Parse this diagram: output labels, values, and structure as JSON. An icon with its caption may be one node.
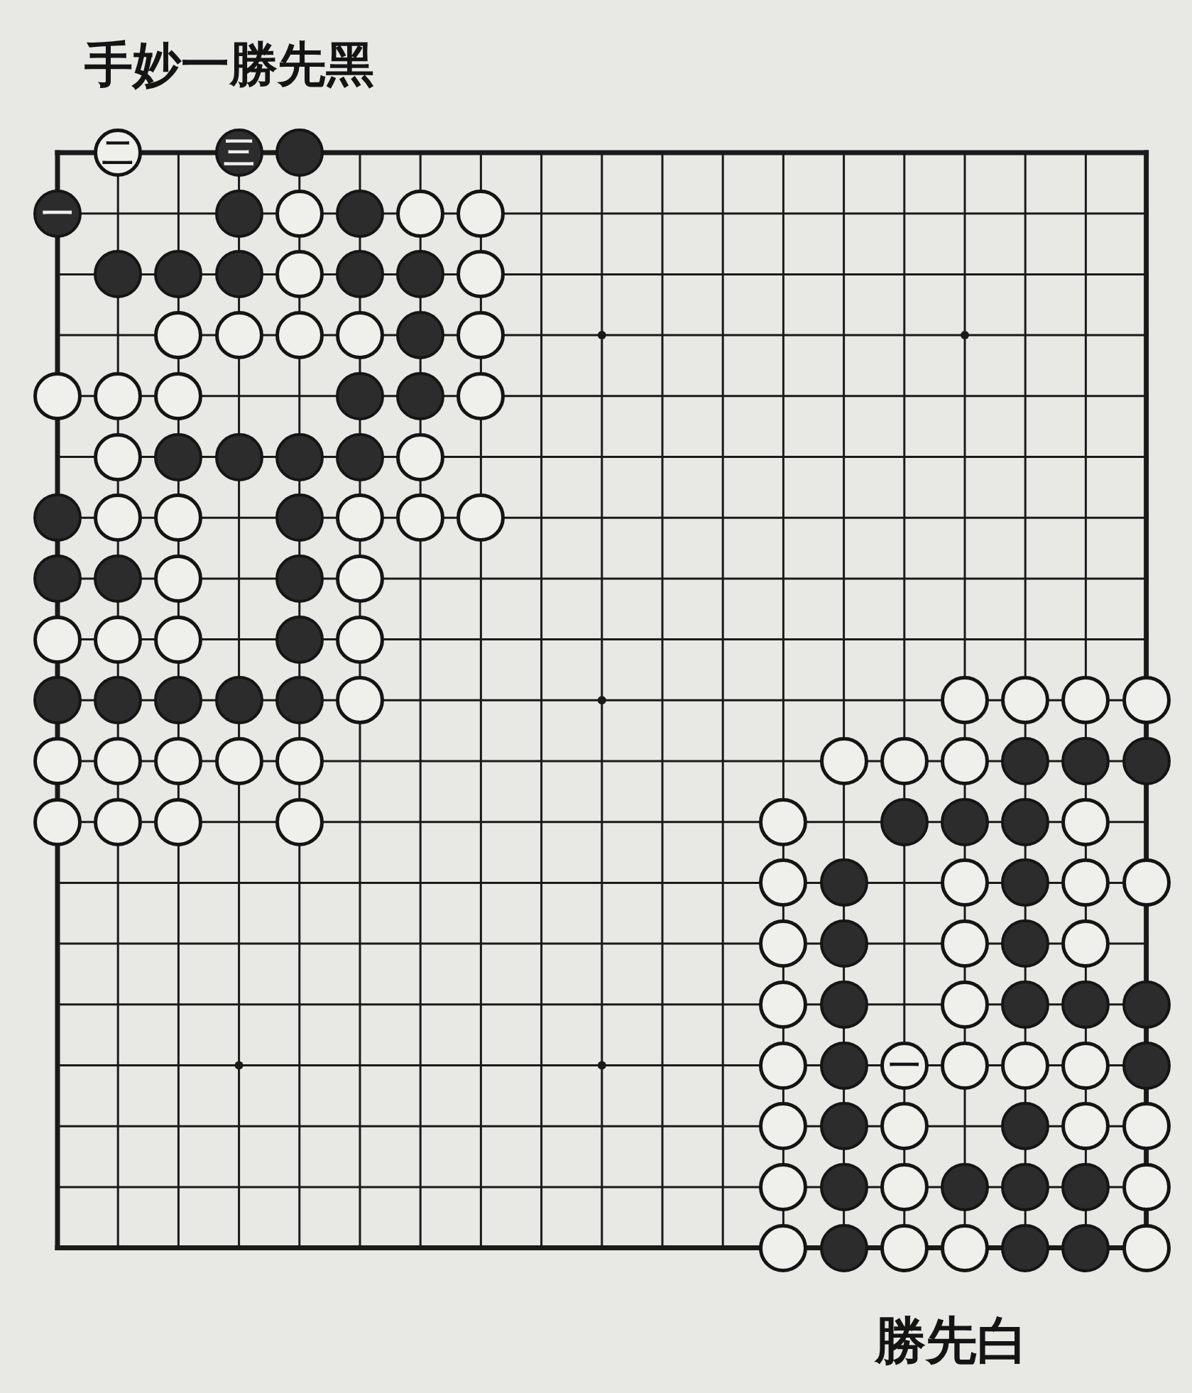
{
  "diagram": {
    "title": "手妙一勝先黑",
    "nodes": [
      {
        "text": [
          "二"
        ]
      },
      {
        "text": [
          "三"
        ]
      },
      {
        "text": [],
        "shape": "circle"
      },
      {
        "text": [
          "一"
        ]
      },
      {
        "text": [],
        "shape": "circle"
      },
      {
        "text": [],
        "shape": "circle"
      },
      {
        "text": [],
        "shape": "circle"
      },
      {
        "text": [],
        "shape": "circle"
      },
      {
        "text": [],
        "shape": "circle"
      },
      {
        "text": [],
        "shape": "circle"
      },
      {
        "text": [],
        "shape": "circle"
      },
      {
        "text": [],
        "shape": "circle"
      },
      {
        "text": [],
        "shape": "circle"
      },
      {
        "text": [],
        "shape": "circle"
      },
      {
        "text": [],
        "shape": "circle"
      },
      {
        "text": [],
        "shape": "circle"
      },
      {
        "text": [],
        "shape": "circle"
      },
      {
        "text": [],
        "shape": "circle"
      },
      {
        "text": [],
        "shape": "circle"
      },
      {
        "text": [],
        "shape": "circle"
      },
      {
        "text": [],
        "shape": "circle"
      },
      {
        "text": [],
        "shape": "circle"
      },
      {
        "text": [],
        "shape": "circle"
      },
      {
        "text": [],
        "shape": "circle"
      },
      {
        "text": [],
        "shape": "circle"
      },
      {
        "text": [],
        "shape": "circle"
      },
      {
        "text": [],
        "shape": "circle"
      },
      {
        "text": [],
        "shape": "circle"
      },
      {
        "text": [],
        "shape": "circle"
      },
      {
        "text": [],
        "shape": "circle"
      },
      {
        "text": [],
        "shape": "circle"
      },
      {
        "text": [],
        "shape": "circle"
      },
      {
        "text": [],
        "shape": "circle"
      },
      {
        "text": [],
        "shape": "circle"
      },
      {
        "text": [],
        "shape": "circle"
      },
      {
        "text": [],
        "shape": "circle"
      },
      {
        "text": [],
        "shape": "circle"
      },
      {
        "text": [],
        "shape": "circle"
      },
      {
        "text": [],
        "shape": "circle"
      },
      {
        "text": [],
        "shape": "circle"
      },
      {
        "text": [],
        "shape": "circle"
      },
      {
        "text": [],
        "shape": "circle"
      },
      {
        "text": [],
        "shape": "circle"
      },
      {
        "text": [],
        "shape": "circle"
      },
      {
        "text": [],
        "shape": "circle"
      },
      {
        "text": [],
        "shape": "circle"
      },
      {
        "text": [],
        "shape": "circle"
      },
      {
        "text": [],
        "shape": "circle"
      },
      {
        "text": [],
        "shape": "circle"
      },
      {
        "text": [],
        "shape": "circle"
      },
      {
        "text": [],
        "shape": "circle"
      },
      {
        "text": [],
        "shape": "circle"
      },
      {
        "text": [],
        "shape": "circle"
      },
      {
        "text": [],
        "shape": "circle"
      },
      {
        "text": [],
        "shape": "circle"
      },
      {
        "text": [],
        "shape": "circle"
      },
      {
        "text": [],
        "shape": "circle"
      },
      {
        "text": [],
        "shape": "circle"
      },
      {
        "text": [],
        "shape": "circle"
      },
      {
        "text": [],
        "shape": "circle"
      },
      {
        "text": [],
        "shape": "circle"
      },
      {
        "text": [],
        "shape": "circle"
      },
      {
        "text": [],
        "shape": "circle"
      },
      {
        "text": [],
        "shape": "circle"
      },
      {
        "text": [],
        "shape": "circle"
      },
      {
        "text": [],
        "shape": "circle"
      },
      {
        "text": [],
        "shape": "circle"
      },
      {
        "text": [],
        "shape": "circle"
      },
      {
        "text": [],
        "shape": "circle"
      },
      {
        "text": [],
        "shape": "circle"
      },
      {
        "text": [],
        "shape": "circle"
      },
      {
        "text": [],
        "shape": "circle"
      },
      {
        "text": [],
        "shape": "circle"
      },
      {
        "text": [],
        "shape": "circle"
      },
      {
        "text": [],
        "shape": "circle"
      },
      {
        "text": [],
        "shape": "circle"
      },
      {
        "text": [],
        "shape": "circle"
      },
      {
        "text": [],
        "shape": "circle"
      },
      {
        "text": [],
        "shape": "circle"
      },
      {
        "text": [],
        "shape": "circle"
      },
      {
        "text": [],
        "shape": "circle"
      },
      {
        "text": [],
        "shape": "circle"
      },
      {
        "text": [],
        "shape": "circle"
      },
      {
        "text": [],
        "shape": "circle"
      },
      {
        "text": [],
        "shape": "circle"
      },
      {
        "text": [],
        "shape": "circle"
      },
      {
        "text": [],
        "shape": "circle"
      },
      {
        "text": [],
        "shape": "circle"
      },
      {
        "text": [],
        "shape": "circle"
      },
      {
        "text": [],
        "shape": "circle"
      },
      {
        "text": [],
        "shape": "circle"
      },
      {
        "text": [],
        "shape": "circle"
      },
      {
        "text": [],
        "shape": "circle"
      },
      {
        "text": [],
        "shape": "circle"
      },
      {
        "text": [],
        "shape": "circle"
      },
      {
        "text": [],
        "shape": "circle"
      },
      {
        "text": [],
        "shape": "circle"
      },
      {
        "text": [],
        "shape": "circle"
      },
      {
        "text": [],
        "shape": "circle"
      },
      {
        "text": [],
        "shape": "circle"
      },
      {
        "text": [
          "一"
        ]
      },
      {
        "text": [],
        "shape": "circle"
      },
      {
        "text": [],
        "shape": "circle"
      },
      {
        "text": [],
        "shape": "circle"
      },
      {
        "text": [],
        "shape": "circle"
      },
      {
        "text": [],
        "shape": "circle"
      },
      {
        "text": [],
        "shape": "circle"
      },
      {
        "text": [],
        "shape": "circle"
      },
      {
        "text": [],
        "shape": "circle"
      },
      {
        "text": [],
        "shape": "circle"
      },
      {
        "text": [],
        "shape": "circle"
      },
      {
        "text": [],
        "shape": "circle"
      },
      {
        "text": [],
        "shape": "circle"
      },
      {
        "text": [],
        "shape": "circle"
      },
      {
        "text": [],
        "shape": "circle"
      },
      {
        "text": [],
        "shape": "circle"
      },
      {
        "text": [],
        "shape": "circle"
      },
      {
        "text": [],
        "shape": "circle"
      },
      {
        "text": [],
        "shape": "circle"
      },
      {
        "text": [],
        "shape": "circle"
      },
      {
        "text": [],
        "shape": "circle"
      },
      {
        "text": [],
        "shape": "circle"
      },
      {
        "text": [],
        "shape": "circle"
      },
      {
        "text": [],
        "shape": "circle"
      },
      {
        "text": [],
        "shape": "circle"
      }
    ],
    "labels": [
      "勝先白"
    ]
  }
}
